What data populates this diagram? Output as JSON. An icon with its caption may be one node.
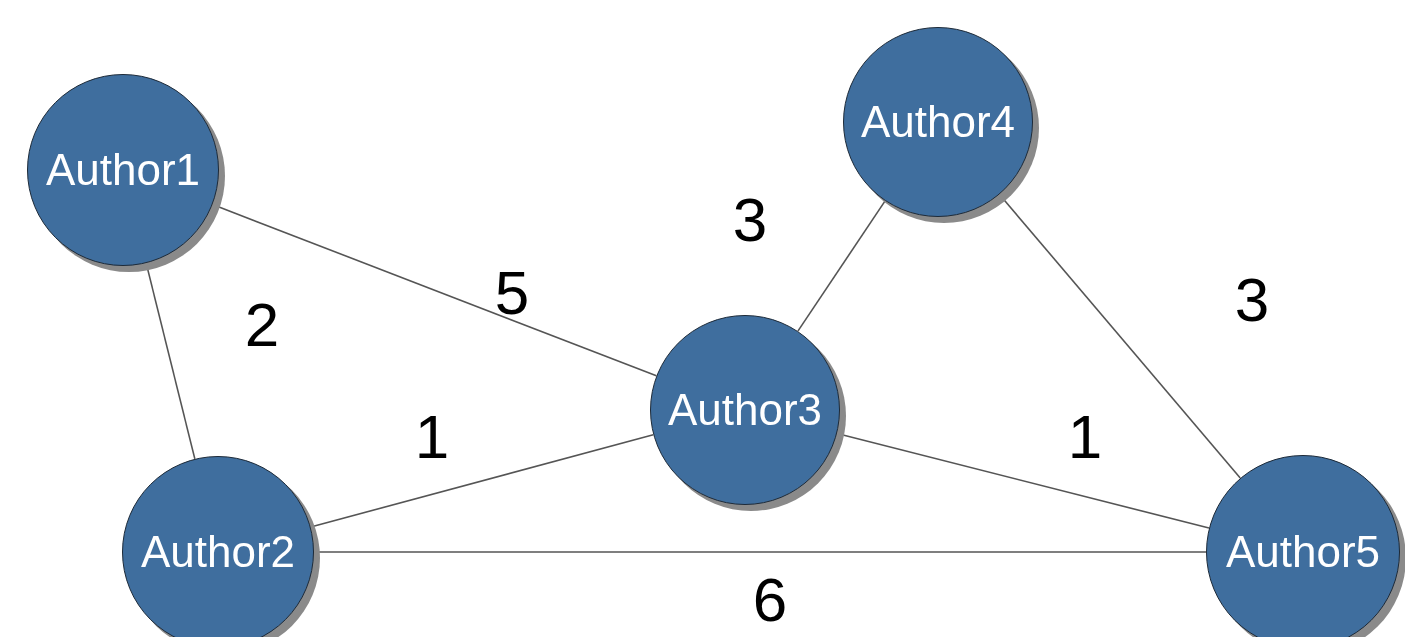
{
  "diagram": {
    "nodes": [
      {
        "text": [
          "Author1"
        ]
      },
      {
        "text": [
          "Author2"
        ]
      },
      {
        "text": [
          "Author3"
        ]
      },
      {
        "text": [
          "Author4"
        ]
      },
      {
        "text": [
          "Author5"
        ]
      }
    ],
    "edges": [
      {
        "from": 0,
        "to": 1,
        "arrow": "none",
        "label": "2"
      },
      {
        "from": 0,
        "to": 2,
        "arrow": "none",
        "label": "5"
      },
      {
        "from": 1,
        "to": 2,
        "arrow": "none",
        "label": "1"
      },
      {
        "from": 2,
        "to": 3,
        "arrow": "none",
        "label": "3"
      },
      {
        "from": 3,
        "to": 4,
        "arrow": "none",
        "label": "3"
      },
      {
        "from": 2,
        "to": 4,
        "arrow": "none",
        "label": "1"
      },
      {
        "from": 1,
        "to": 4,
        "arrow": "none",
        "label": "6"
      }
    ]
  }
}
